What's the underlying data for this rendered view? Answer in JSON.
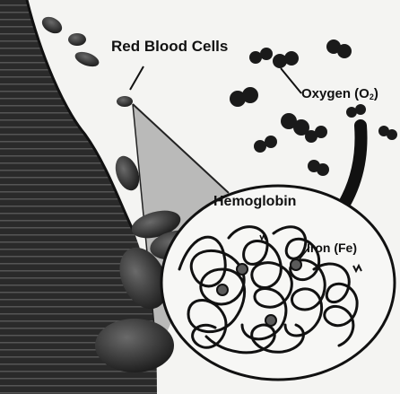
{
  "diagram": {
    "labels": {
      "red_blood_cells": "Red Blood Cells",
      "oxygen": "Oxygen (O",
      "oxygen_subscript": "2",
      "oxygen_close": ")",
      "hemoglobin": "Hemoglobin",
      "iron": "Iron (Fe)"
    },
    "colors": {
      "ink": "#111111",
      "vessel": "#2a2a2a",
      "background": "#f4f4f2"
    }
  }
}
